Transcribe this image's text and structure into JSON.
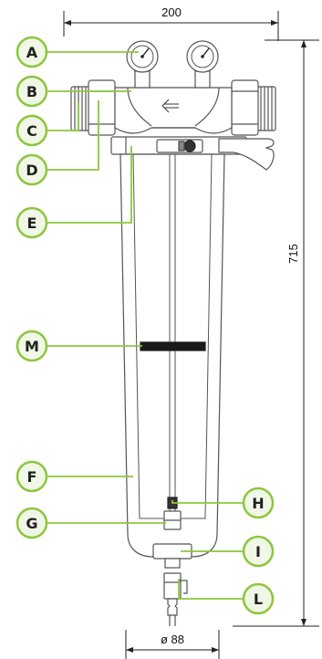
{
  "dimensions": {
    "width": "200",
    "height": "715",
    "diameter": "ø 88"
  },
  "callouts": [
    "A",
    "B",
    "C",
    "D",
    "E",
    "M",
    "F",
    "G",
    "H",
    "I",
    "L"
  ],
  "colors": {
    "accent": "#8dc63f",
    "callout_fill": "#f1f7e6",
    "outline": "#555555",
    "band": "#1a1a1a"
  }
}
